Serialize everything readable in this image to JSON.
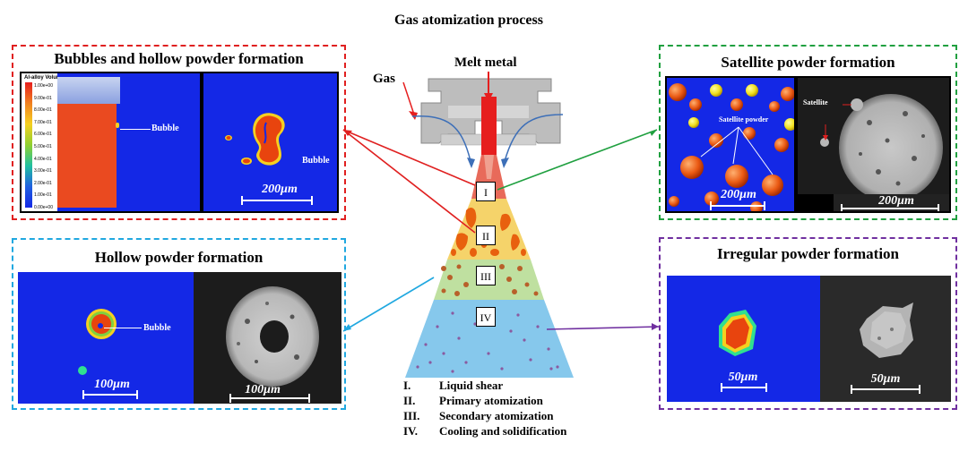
{
  "main_title": "Gas atomization process",
  "nozzle": {
    "melt_label": "Melt metal",
    "gas_label": "Gas"
  },
  "stages": [
    {
      "id": "I"
    },
    {
      "id": "II"
    },
    {
      "id": "III"
    },
    {
      "id": "IV"
    }
  ],
  "legend": [
    {
      "num": "I.",
      "text": "Liquid shear"
    },
    {
      "num": "II.",
      "text": "Primary atomization"
    },
    {
      "num": "III.",
      "text": "Secondary atomization"
    },
    {
      "num": "IV.",
      "text": "Cooling and solidification"
    }
  ],
  "panels": {
    "bubbles_hollow": {
      "title": "Bubbles and hollow powder formation",
      "border_color": "#e02020",
      "colorbar_title": "Al-alloy Volume Fraction",
      "colorbar_ticks": [
        "1.00e+00",
        "9.00e-01",
        "8.00e-01",
        "7.00e-01",
        "6.00e-01",
        "5.00e-01",
        "4.00e-01",
        "3.00e-01",
        "2.00e-01",
        "1.00e-01",
        "0.00e+00"
      ],
      "bubble_label_left": "Bubble",
      "bubble_label_right": "Bubble",
      "scale": "200μm"
    },
    "hollow": {
      "title": "Hollow powder formation",
      "border_color": "#20a8e0",
      "bubble_label": "Bubble",
      "scale_left": "100μm",
      "scale_right": "100μm"
    },
    "satellite": {
      "title": "Satellite powder formation",
      "border_color": "#20a040",
      "sat_powder_label": "Satellite powder",
      "satellite_label": "Satellite",
      "scale_left": "200μm",
      "scale_right": "200μm"
    },
    "irregular": {
      "title": "Irregular powder formation",
      "border_color": "#7030a0",
      "scale_left": "50μm",
      "scale_right": "50μm"
    }
  },
  "colors": {
    "sim_blue": "#1428e6",
    "melt_red": "#e61e1e",
    "droplet_orange": "#e8600e",
    "stage2_yellow": "#f5d36a",
    "stage3_green": "#bfe0a0",
    "stage4_blue": "#86c8ec"
  }
}
